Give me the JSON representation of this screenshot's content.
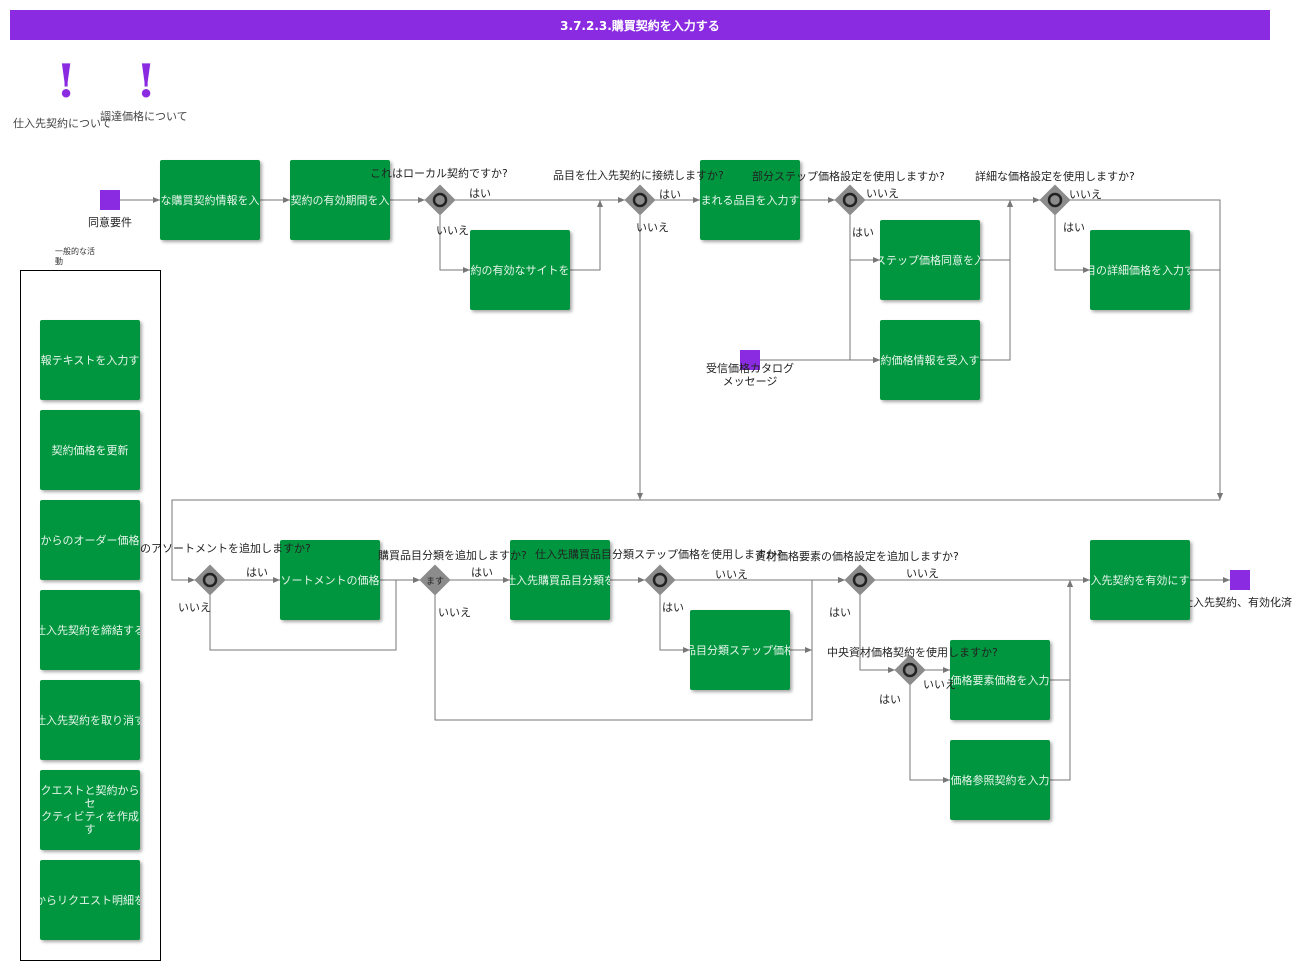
{
  "title": "3.7.2.3.購買契約を入力する",
  "notes": [
    {
      "label": "仕入先契約について"
    },
    {
      "label": "調達価格について"
    }
  ],
  "events": {
    "start": "同意要件",
    "catalog": "受信価格カタログ\nメッセージ",
    "end": "仕入先契約、有効化済"
  },
  "tasks": {
    "t1": "な購買契約情報を入",
    "t2": "契約の有効期間を入",
    "t3": "約の有効なサイトを",
    "t4": "まれる品目を入力す",
    "t5": "ステップ価格同意を入",
    "t6": "約価格情報を受入す",
    "t7": "目の詳細価格を入力す",
    "t8": "ソートメントの価格",
    "t9": "仕入先購買品目分類を",
    "t10": "品目分類ステップ価格",
    "t11": "入先契約を有効にす",
    "t12": "価格要素価格を入力",
    "t13": "価格参照契約を入力"
  },
  "gateways": {
    "g1": "これはローカル契約ですか?",
    "g2": "品目を仕入先契約に接続しますか?",
    "g3": "部分ステップ価格設定を使用しますか?",
    "g4": "詳細な価格設定を使用しますか?",
    "g5": "のアソートメントを追加しますか?",
    "g6": "購買品目分類を追加しますか?",
    "g7": "仕入先購買品目分類ステップ価格を使用しますか?",
    "g8": "資材価格要素の価格設定を追加しますか?",
    "g9": "中央資材価格契約を使用しますか?",
    "g6_inner": "ます"
  },
  "flow_labels": {
    "yes": "はい",
    "no": "いいえ"
  },
  "lane": {
    "title": "一般的な活\n動",
    "items": [
      "報テキストを入力す",
      "契約価格を更新",
      "からのオーダー価格",
      "仕入先契約を締結する",
      "仕入先契約を取り消す",
      "クエストと契約からセ\nクティビティを作成す",
      "からリクエスト明細を"
    ]
  },
  "colors": {
    "header": "#8a2be2",
    "task": "#00963f",
    "gateway": "#8c8c8c",
    "event": "#8a2be2"
  }
}
